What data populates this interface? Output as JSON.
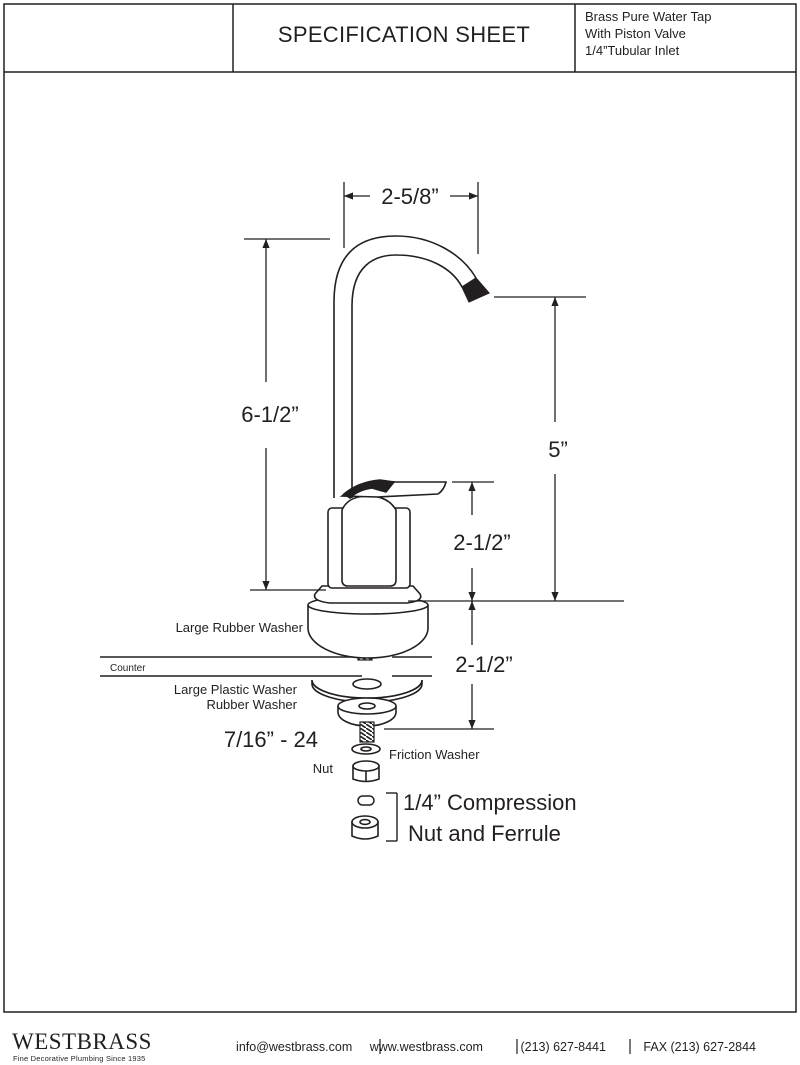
{
  "header": {
    "title": "SPECIFICATION SHEET",
    "description_lines": [
      "Brass Pure Water Tap",
      "With Piston Valve",
      "1/4”Tubular Inlet"
    ]
  },
  "dimensions": {
    "spout_reach": "2-5/8”",
    "overall_height": "6-1/2”",
    "spout_height": "5”",
    "handle_height": "2-1/2”",
    "shank_length": "2-1/2”",
    "thread": "7/16” - 24"
  },
  "parts": {
    "large_rubber_washer": "Large Rubber Washer",
    "counter": "Counter",
    "large_plastic_washer": "Large Plastic Washer",
    "rubber_washer": "Rubber Washer",
    "friction_washer": "Friction Washer",
    "nut": "Nut",
    "compression_line1": "1/4” Compression",
    "compression_line2": "Nut and Ferrule"
  },
  "footer": {
    "brand": "WESTBRASS",
    "tagline": "Fine Decorative Plumbing Since 1935",
    "email": "info@westbrass.com",
    "website": "www.westbrass.com",
    "phone": "(213) 627-8441",
    "fax": "FAX (213) 627-2844"
  },
  "colors": {
    "ink": "#231f20",
    "paper": "#ffffff"
  }
}
